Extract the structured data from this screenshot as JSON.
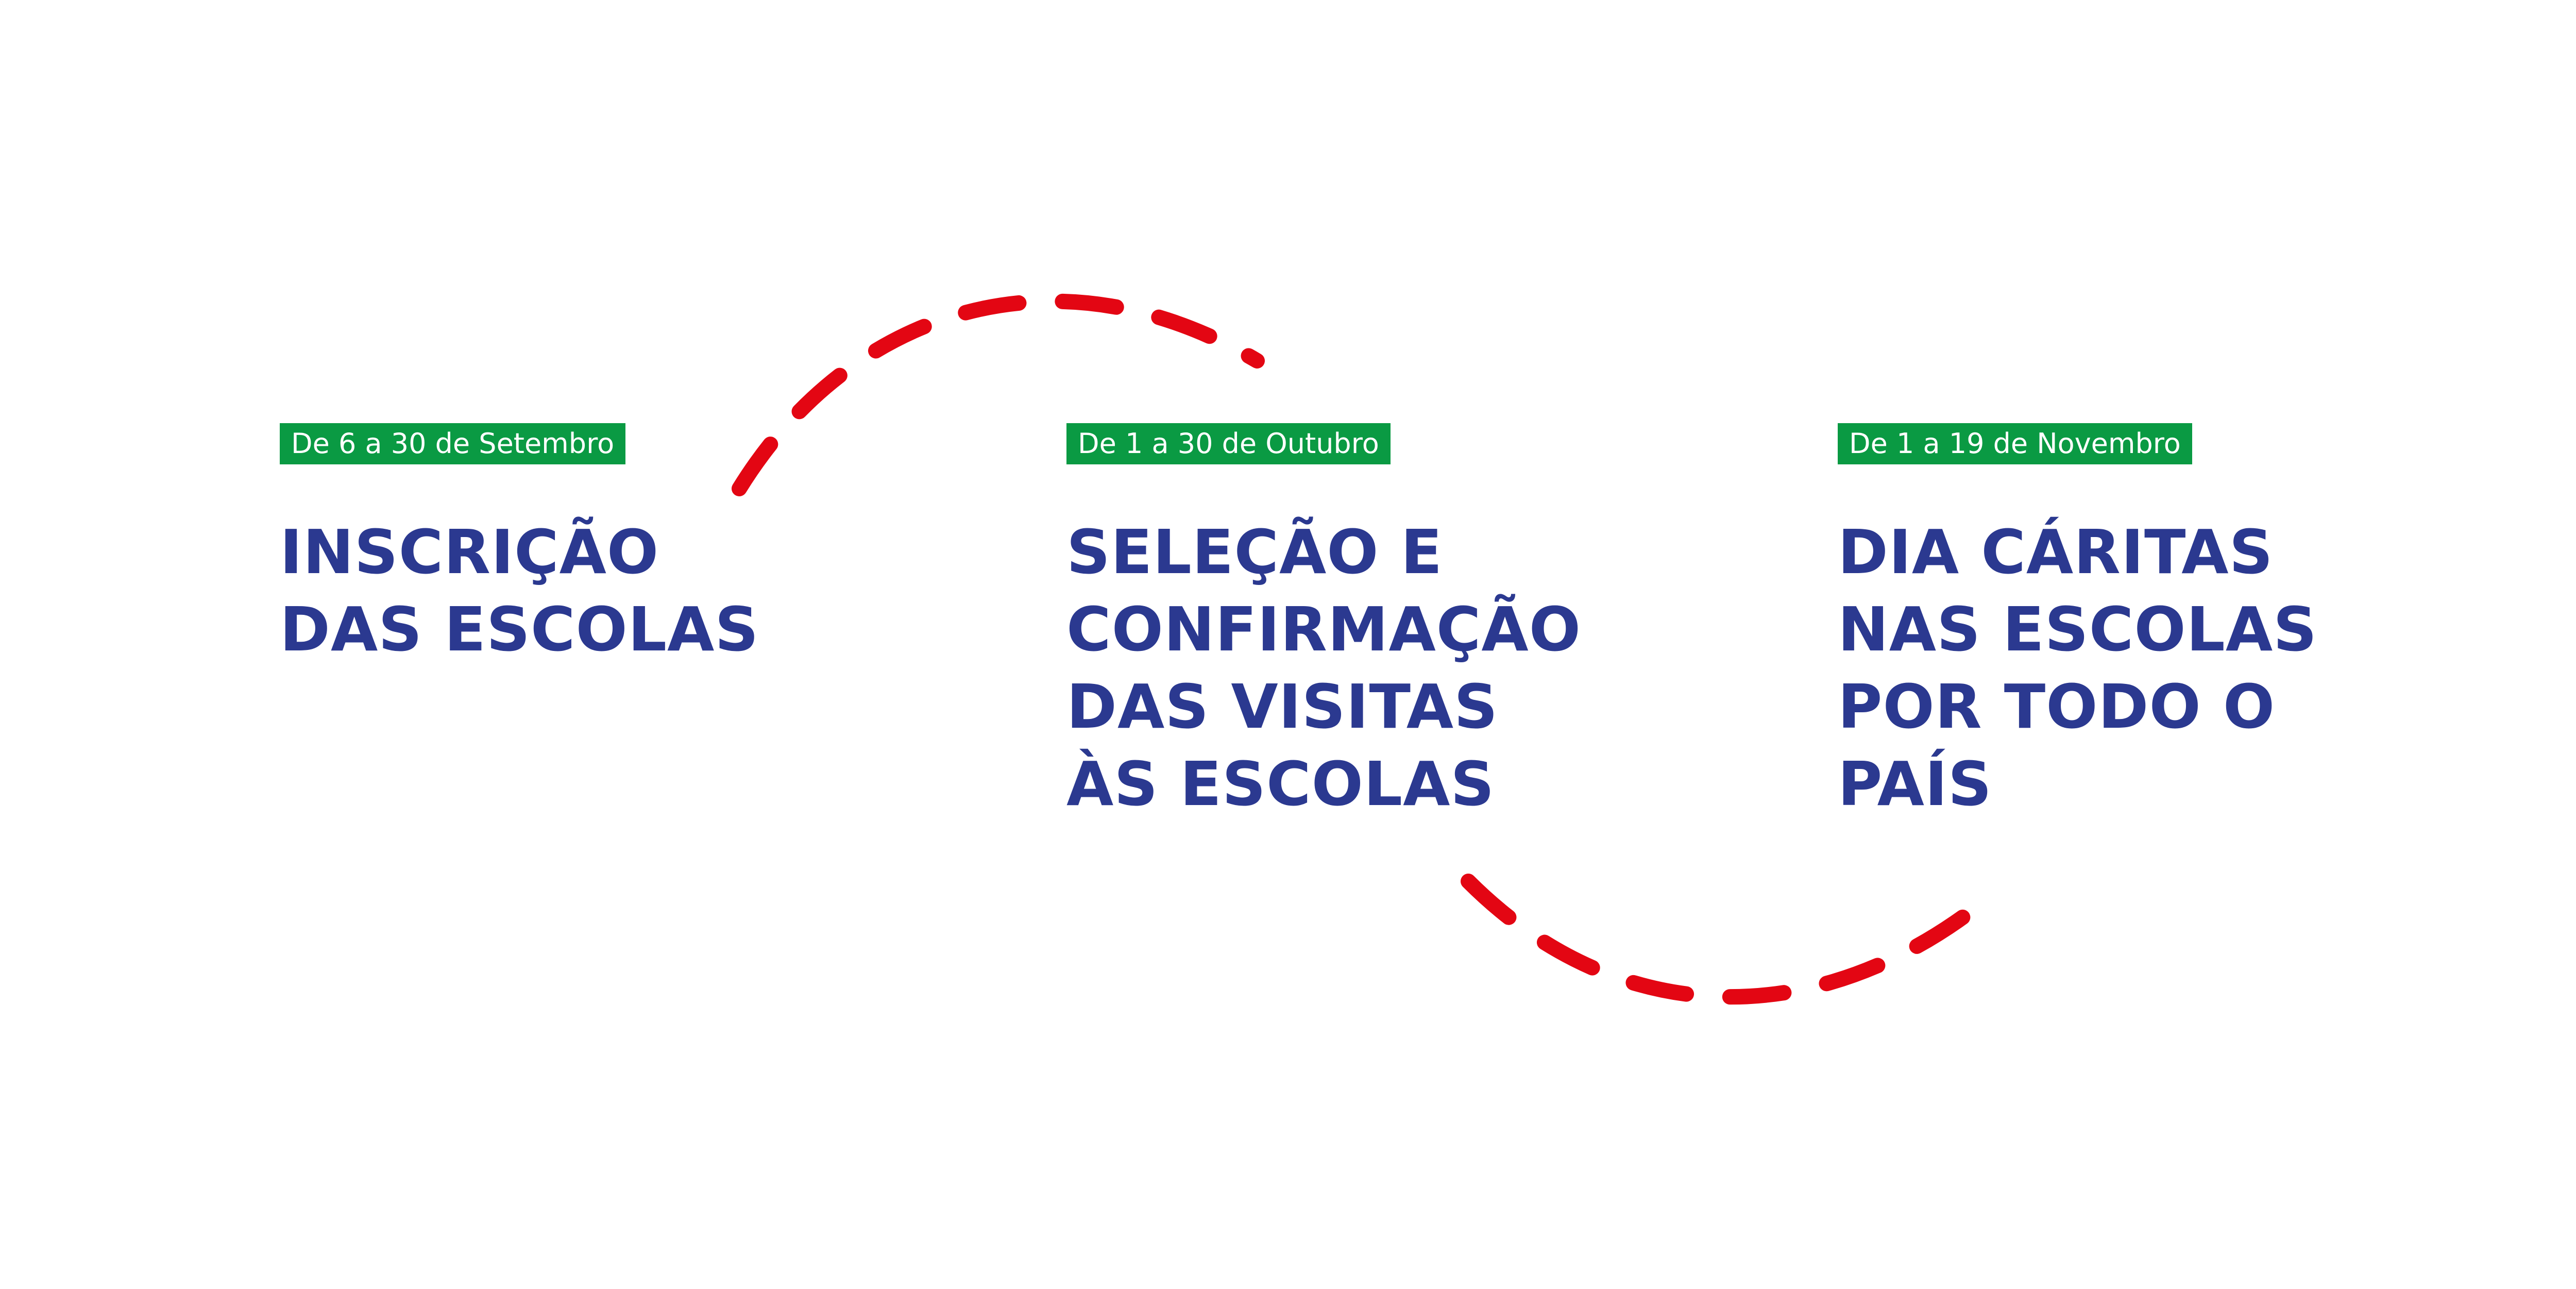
{
  "colors": {
    "badge": "#0a9a43",
    "title": "#2b3990",
    "connector": "#e30613"
  },
  "steps": [
    {
      "date": "De 6 a 30 de Setembro",
      "title_lines": [
        "INSCRIÇÃO",
        "DAS ESCOLAS"
      ]
    },
    {
      "date": "De 1 a 30 de Outubro",
      "title_lines": [
        "SELEÇÃO E",
        "CONFIRMAÇÃO",
        "DAS VISITAS",
        "ÀS ESCOLAS"
      ]
    },
    {
      "date": "De 1 a 19 de Novembro",
      "title_lines": [
        "DIA CÁRITAS",
        "NAS ESCOLAS",
        "POR TODO O",
        "PAÍS"
      ]
    }
  ]
}
